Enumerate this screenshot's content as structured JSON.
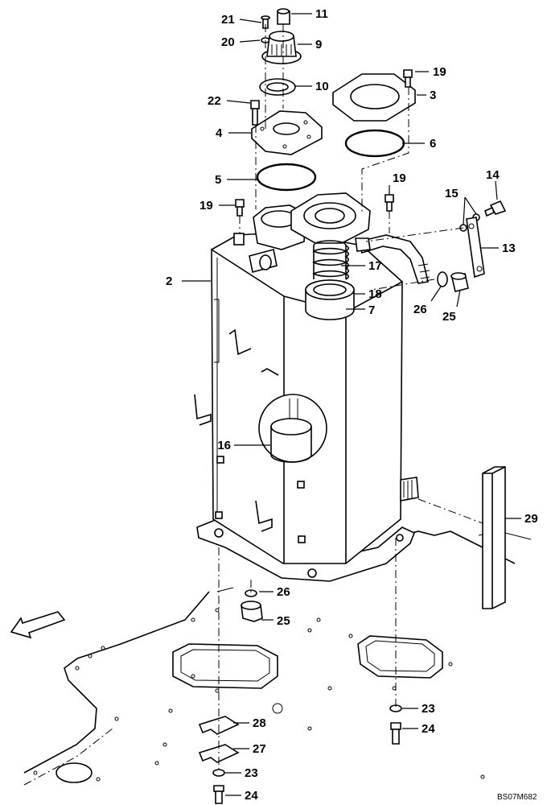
{
  "drawing": {
    "code": "BS07M682"
  },
  "callouts": [
    {
      "id": "c21",
      "label": "21"
    },
    {
      "id": "c11",
      "label": "11"
    },
    {
      "id": "c20",
      "label": "20"
    },
    {
      "id": "c9",
      "label": "9"
    },
    {
      "id": "c19a",
      "label": "19"
    },
    {
      "id": "c10",
      "label": "10"
    },
    {
      "id": "c22",
      "label": "22"
    },
    {
      "id": "c3",
      "label": "3"
    },
    {
      "id": "c4",
      "label": "4"
    },
    {
      "id": "c6",
      "label": "6"
    },
    {
      "id": "c5",
      "label": "5"
    },
    {
      "id": "c19b",
      "label": "19"
    },
    {
      "id": "c14",
      "label": "14"
    },
    {
      "id": "c15",
      "label": "15"
    },
    {
      "id": "c19c",
      "label": "19"
    },
    {
      "id": "c13",
      "label": "13"
    },
    {
      "id": "c2",
      "label": "2"
    },
    {
      "id": "c17",
      "label": "17"
    },
    {
      "id": "c18",
      "label": "18"
    },
    {
      "id": "c7",
      "label": "7"
    },
    {
      "id": "c26a",
      "label": "26"
    },
    {
      "id": "c25a",
      "label": "25"
    },
    {
      "id": "c16",
      "label": "16"
    },
    {
      "id": "c29",
      "label": "29"
    },
    {
      "id": "c26b",
      "label": "26"
    },
    {
      "id": "c25b",
      "label": "25"
    },
    {
      "id": "c23a",
      "label": "23"
    },
    {
      "id": "c24a",
      "label": "24"
    },
    {
      "id": "c28",
      "label": "28"
    },
    {
      "id": "c27",
      "label": "27"
    },
    {
      "id": "c23b",
      "label": "23"
    },
    {
      "id": "c24b",
      "label": "24"
    }
  ]
}
